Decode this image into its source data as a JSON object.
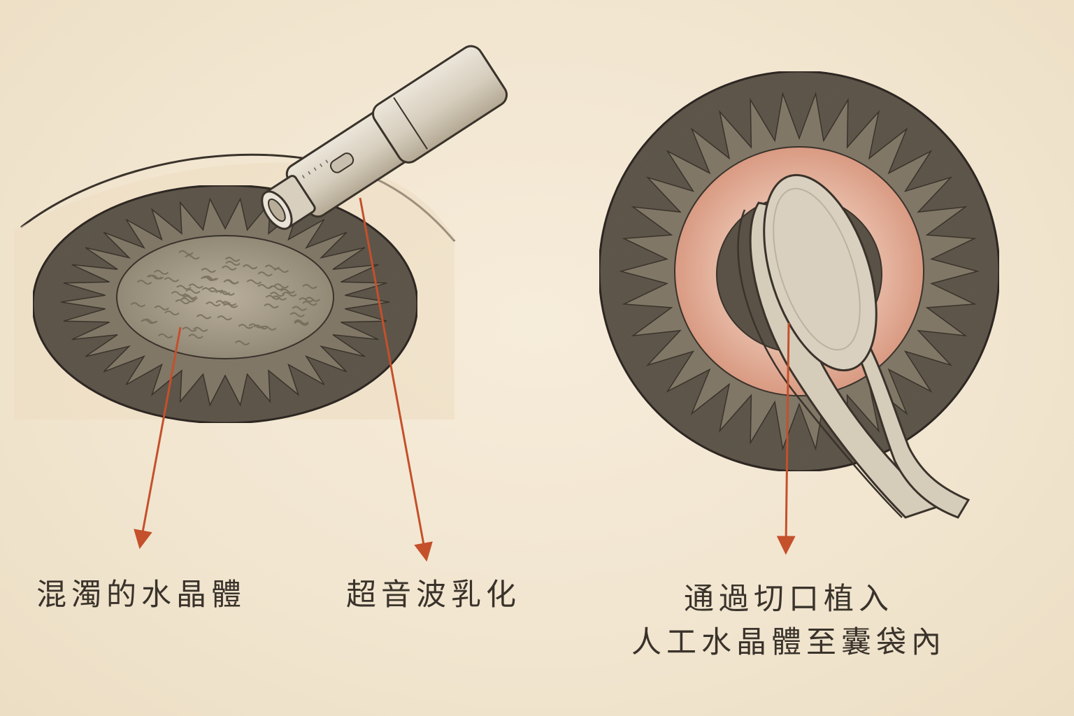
{
  "labels": {
    "cloudy_lens": "混濁的水晶體",
    "phaco": "超音波乳化",
    "implant_line1": "通過切口植入",
    "implant_line2": "人工水晶體至囊袋內"
  },
  "colors": {
    "background": "#f3e8d4",
    "ink": "#3a332b",
    "iris": "#6b6356",
    "iris_dark": "#4a4339",
    "lens_cloudy": "#a9a08f",
    "arrow": "#c4502c",
    "capsule_pink": "#e6b39e",
    "instrument": "#d9d1c2"
  },
  "icons": {
    "left_panel": "eye-with-phaco-probe-icon",
    "right_panel": "eye-with-iol-forceps-icon"
  }
}
